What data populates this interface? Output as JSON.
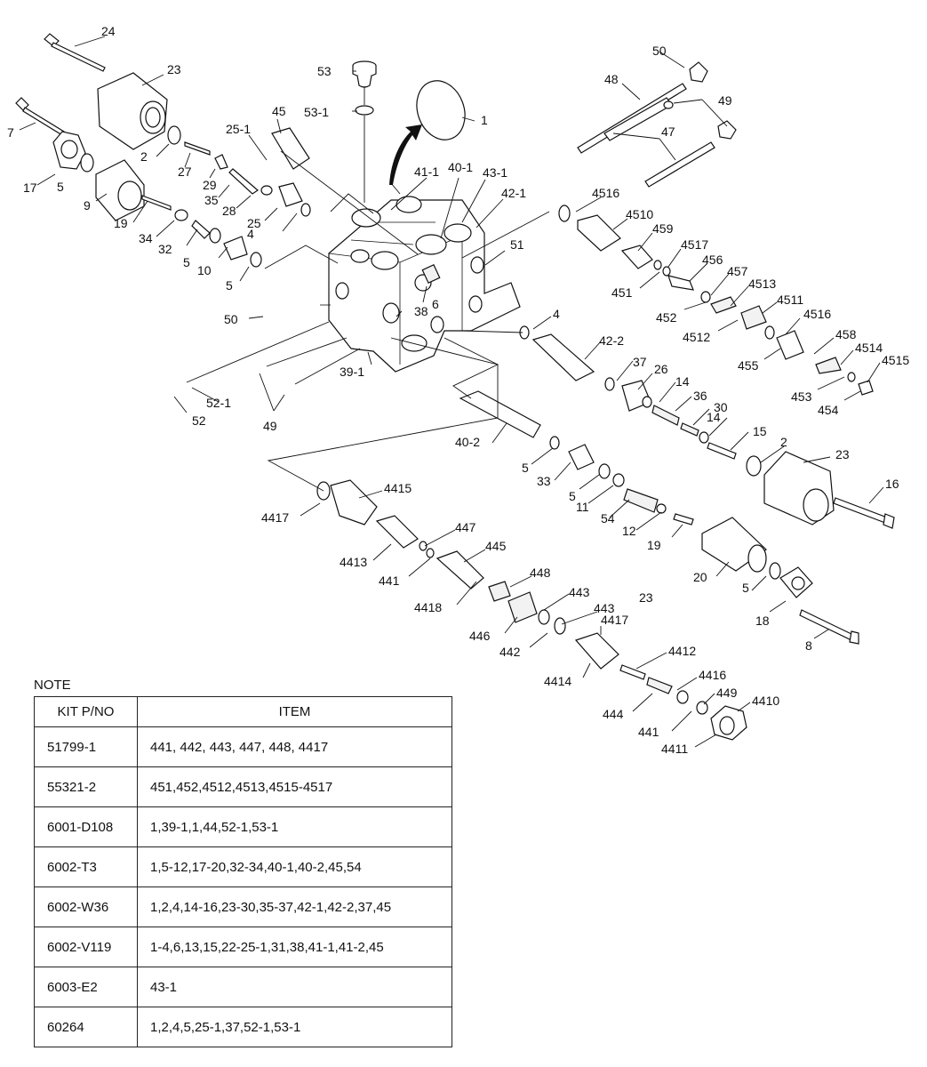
{
  "note_title": "NOTE",
  "table": {
    "headers": [
      "KIT P/NO",
      "ITEM"
    ],
    "rows": [
      {
        "kit": "51799-1",
        "items": "441, 442, 443, 447, 448, 4417"
      },
      {
        "kit": "55321-2",
        "items": "451,452,4512,4513,4515-4517"
      },
      {
        "kit": "6001-D108",
        "items": "1,39-1,1,44,52-1,53-1"
      },
      {
        "kit": "6002-T3",
        "items": "1,5-12,17-20,32-34,40-1,40-2,45,54"
      },
      {
        "kit": "6002-W36",
        "items": "1,2,4,14-16,23-30,35-37,42-1,42-2,37,45"
      },
      {
        "kit": "6002-V119",
        "items": "1-4,6,13,15,22-25-1,31,38,41-1,41-2,45"
      },
      {
        "kit": "6003-E2",
        "items": "43-1"
      },
      {
        "kit": "60264",
        "items": "1,2,4,5,25-1,37,52-1,53-1"
      }
    ]
  },
  "callouts": {
    "c1": "1",
    "c2a": "2",
    "c2b": "2",
    "c4a": "4",
    "c4b": "4",
    "c5a": "5",
    "c5b": "5",
    "c5c": "5",
    "c5d": "5",
    "c5e": "5",
    "c5f": "5",
    "c6": "6",
    "c7": "7",
    "c8": "8",
    "c9": "9",
    "c10": "10",
    "c11": "11",
    "c12": "12",
    "c14a": "14",
    "c14b": "14",
    "c15": "15",
    "c16": "16",
    "c17": "17",
    "c18": "18",
    "c19a": "19",
    "c19b": "19",
    "c20": "20",
    "c23a": "23",
    "c23b": "23",
    "c23c": "23",
    "c24": "24",
    "c25": "25",
    "c25_1": "25-1",
    "c26": "26",
    "c27": "27",
    "c28": "28",
    "c29": "29",
    "c30": "30",
    "c32": "32",
    "c33": "33",
    "c34": "34",
    "c35": "35",
    "c36": "36",
    "c37": "37",
    "c38": "38",
    "c39_1": "39-1",
    "c40_1": "40-1",
    "c40_2": "40-2",
    "c41_1": "41-1",
    "c42_1": "42-1",
    "c42_2": "42-2",
    "c43_1": "43-1",
    "c45": "45",
    "c47": "47",
    "c48": "48",
    "c49a": "49",
    "c49b": "49",
    "c50a": "50",
    "c50b": "50",
    "c51": "51",
    "c52": "52",
    "c52_1": "52-1",
    "c53": "53",
    "c53_1": "53-1",
    "c54": "54",
    "c441a": "441",
    "c441b": "441",
    "c442": "442",
    "c443a": "443",
    "c443b": "443",
    "c444": "444",
    "c445": "445",
    "c446": "446",
    "c447": "447",
    "c448": "448",
    "c449": "449",
    "c451": "451",
    "c452": "452",
    "c453": "453",
    "c454": "454",
    "c455": "455",
    "c456": "456",
    "c457": "457",
    "c458": "458",
    "c459": "459",
    "c4410": "4410",
    "c4411": "4411",
    "c4412": "4412",
    "c4413": "4413",
    "c4414": "4414",
    "c4415": "4415",
    "c4416": "4416",
    "c4417a": "4417",
    "c4417b": "4417",
    "c4418": "4418",
    "c4510": "4510",
    "c4511": "4511",
    "c4512": "4512",
    "c4513": "4513",
    "c4514": "4514",
    "c4515": "4515",
    "c4516a": "4516",
    "c4516b": "4516",
    "c4517": "4517"
  }
}
